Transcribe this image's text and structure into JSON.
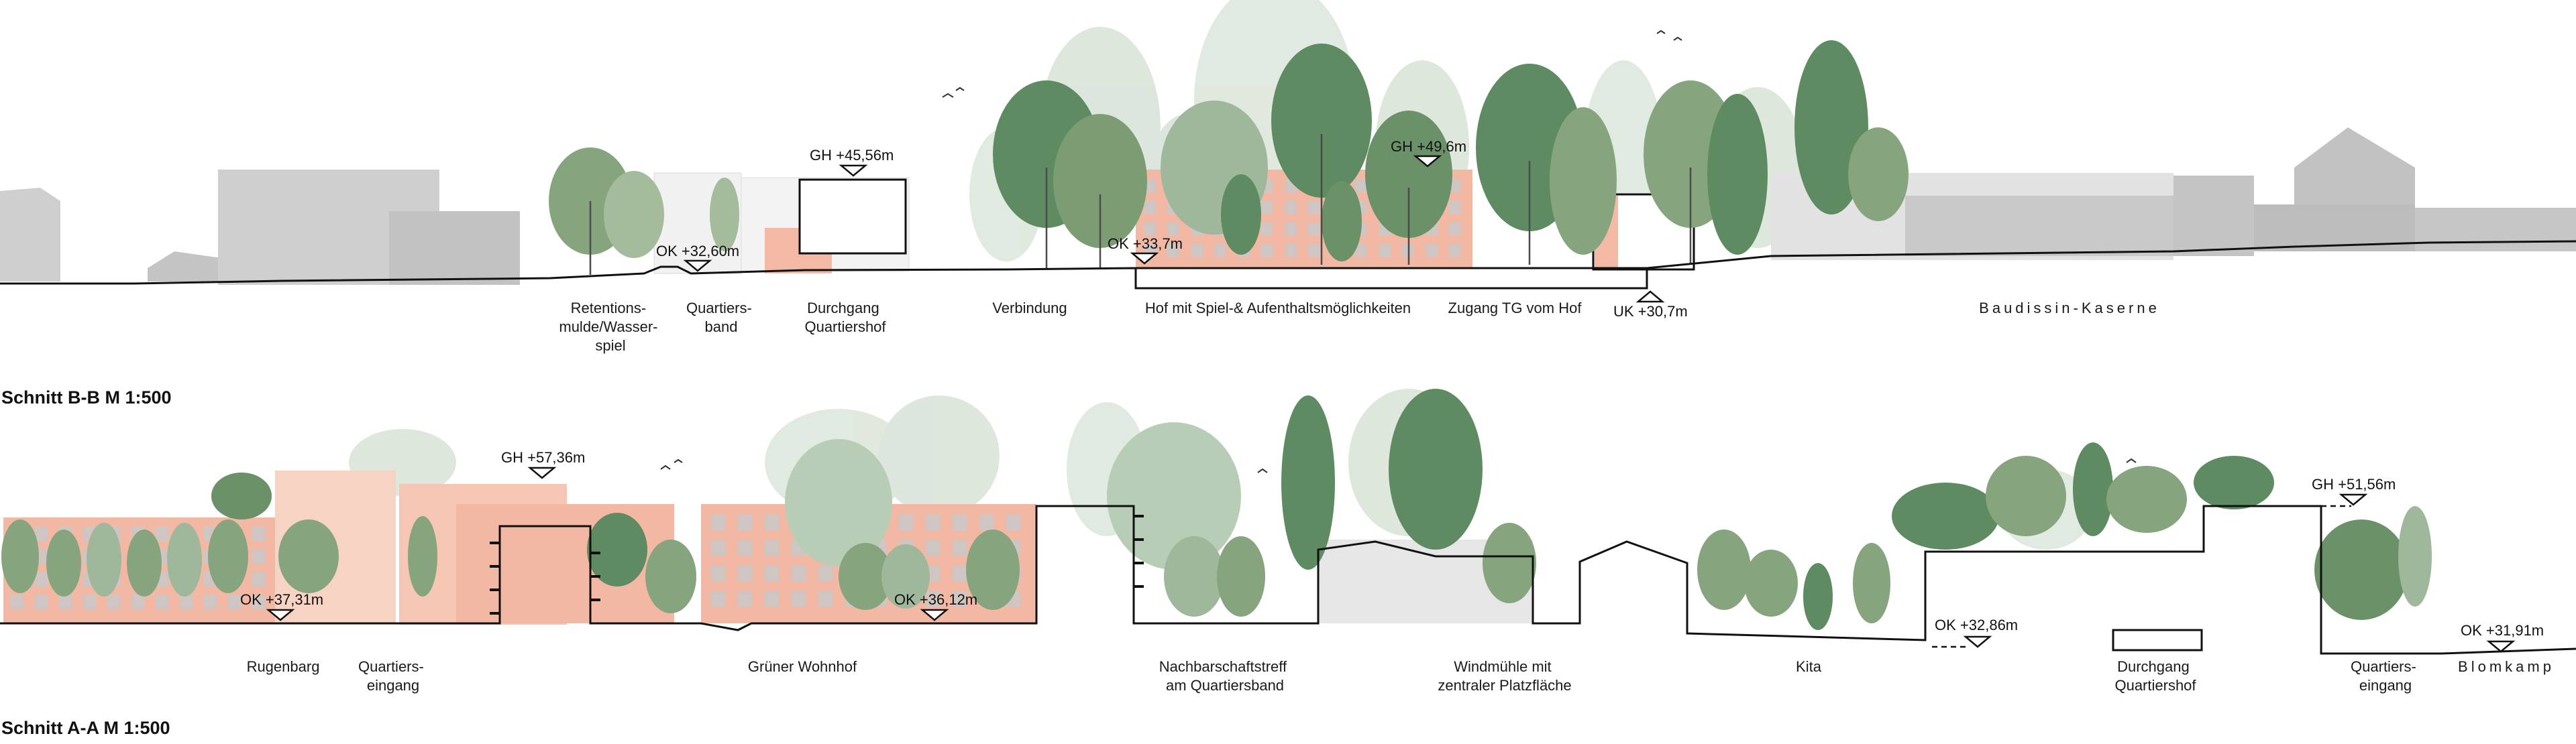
{
  "sections": [
    {
      "title": "Schnitt B-B M 1:500",
      "labels": [
        {
          "id": "retention",
          "lines": [
            "Retentions-",
            "mulde/Wasser-",
            "spiel"
          ]
        },
        {
          "id": "quartiersband",
          "lines": [
            "Quartiers-",
            "band"
          ]
        },
        {
          "id": "durchgang",
          "lines": [
            "Durchgang",
            "Quartiershof"
          ]
        },
        {
          "id": "verbindung",
          "lines": [
            "Verbindung"
          ]
        },
        {
          "id": "hof",
          "lines": [
            "Hof mit Spiel-& Aufenthaltsmöglichkeiten"
          ]
        },
        {
          "id": "zugang",
          "lines": [
            "Zugang TG vom Hof"
          ]
        },
        {
          "id": "baudissin",
          "lines": [
            "Baudissin-Kaserne"
          ]
        }
      ],
      "levels": [
        {
          "id": "gh-4556",
          "text": "GH +45,56m"
        },
        {
          "id": "ok-3260",
          "text": "OK +32,60m"
        },
        {
          "id": "ok-337",
          "text": "OK +33,7m"
        },
        {
          "id": "gh-496",
          "text": "GH +49,6m"
        },
        {
          "id": "uk-307",
          "text": "UK +30,7m"
        }
      ]
    },
    {
      "title": "Schnitt A-A M 1:500",
      "labels": [
        {
          "id": "rugenbarg",
          "lines": [
            "Rugenbarg"
          ]
        },
        {
          "id": "quartierseingang-1",
          "lines": [
            "Quartiers-",
            "eingang"
          ]
        },
        {
          "id": "gruener-wohnhof",
          "lines": [
            "Grüner Wohnhof"
          ]
        },
        {
          "id": "nachbarschaftstreff",
          "lines": [
            "Nachbarschaftstreff",
            "am Quartiersband"
          ]
        },
        {
          "id": "windmuehle",
          "lines": [
            "Windmühle mit",
            "zentraler Platzfläche"
          ]
        },
        {
          "id": "kita",
          "lines": [
            "Kita"
          ]
        },
        {
          "id": "durchgang-2",
          "lines": [
            "Durchgang",
            "Quartiershof"
          ]
        },
        {
          "id": "quartierseingang-2",
          "lines": [
            "Quartiers-",
            "eingang"
          ]
        },
        {
          "id": "blomkamp",
          "lines": [
            "Blomkamp"
          ]
        }
      ],
      "levels": [
        {
          "id": "gh-5736",
          "text": "GH +57,36m"
        },
        {
          "id": "ok-3731",
          "text": "OK +37,31m"
        },
        {
          "id": "ok-3612",
          "text": "OK +36,12m"
        },
        {
          "id": "ok-3286",
          "text": "OK +32,86m"
        },
        {
          "id": "gh-5156",
          "text": "GH +51,56m"
        },
        {
          "id": "ok-3191",
          "text": "OK +31,91m"
        }
      ]
    }
  ],
  "colors": {
    "building_grey": "#c9c9c9",
    "building_grey_dark": "#b3b3b3",
    "building_salmon": "#f2b7a2",
    "building_salmon_light": "#f7d3c4",
    "tree_dark": "#5f8b62",
    "tree_mid": "#86a57f",
    "tree_light": "#b8cdb6",
    "ground_line": "#111111"
  }
}
